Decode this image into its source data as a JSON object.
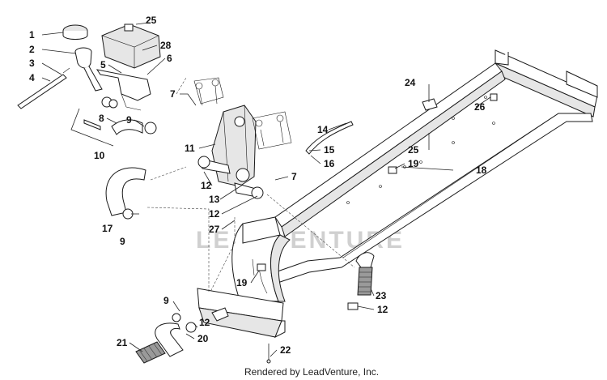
{
  "watermark": "LEADVENTURE",
  "credit": "Rendered by LeadVenture, Inc.",
  "callouts": [
    "1",
    "2",
    "3",
    "4",
    "5",
    "6",
    "7",
    "7",
    "8",
    "9",
    "9",
    "9",
    "10",
    "11",
    "12",
    "12",
    "12",
    "12",
    "13",
    "14",
    "15",
    "16",
    "17",
    "18",
    "19",
    "19",
    "20",
    "21",
    "22",
    "23",
    "24",
    "25",
    "25",
    "26",
    "27",
    "28"
  ]
}
